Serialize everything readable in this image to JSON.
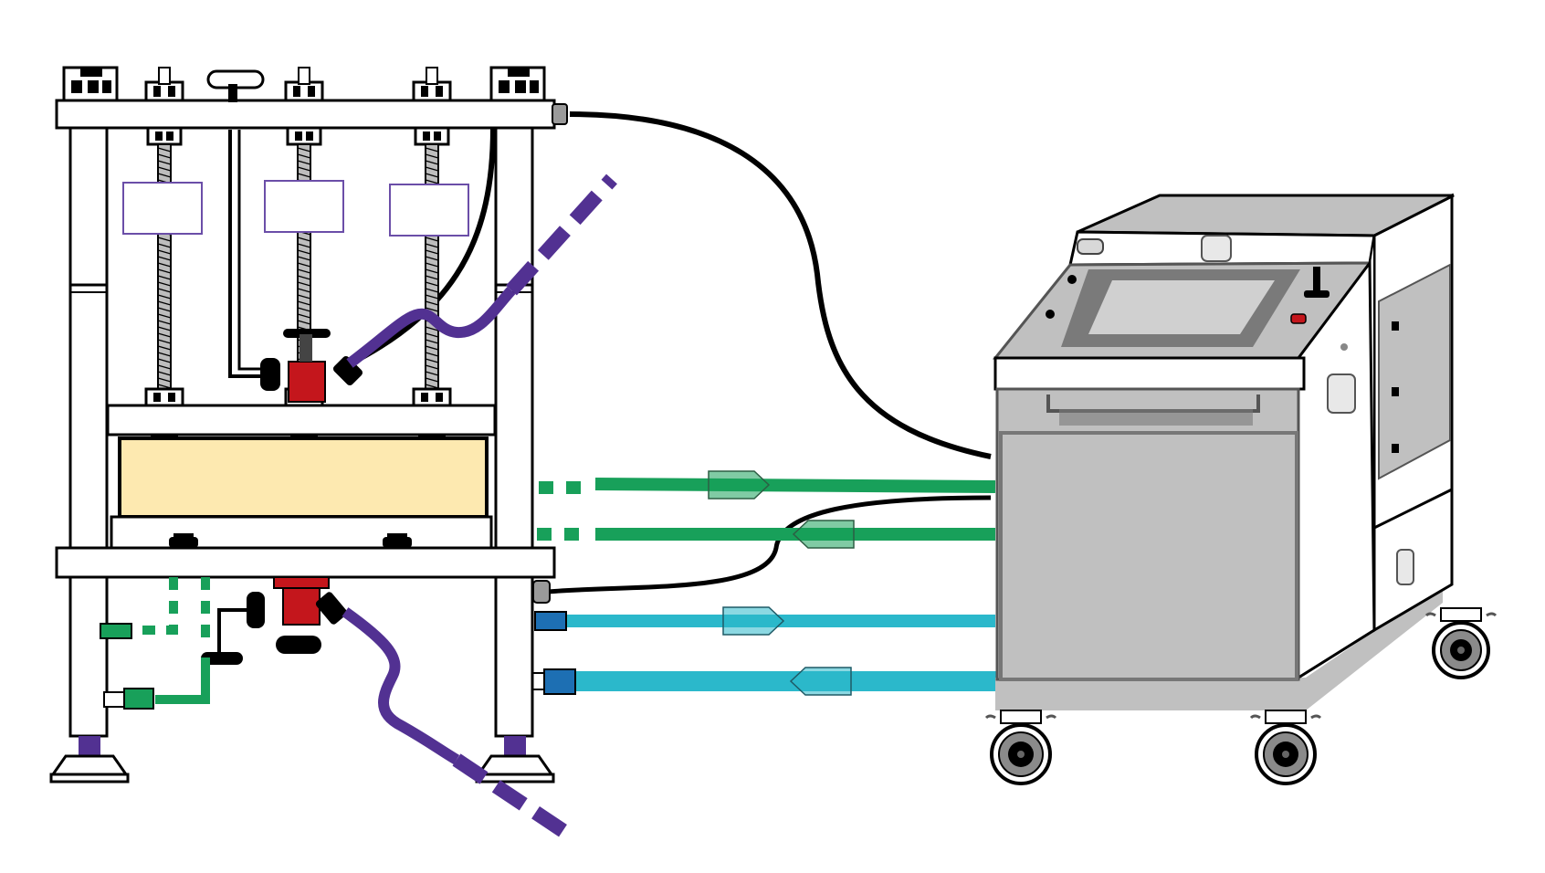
{
  "colors": {
    "background": "#ffffff",
    "outline": "#000000",
    "frame_fill": "#ffffff",
    "sample_fill": "#fde9b0",
    "label_box": "#6b4ea8",
    "purple_pipe": "#523192",
    "green_line": "#18a05a",
    "cyan_line": "#2bb8cb",
    "blue_connector": "#1d6fb3",
    "red_valve": "#c4161c",
    "cabinet_light": "#e8e8e8",
    "cabinet_mid": "#c0c0c0",
    "cabinet_dark": "#7a7a7a",
    "screen": "#d0d0d0",
    "wheel": "#8a8a8a"
  },
  "components": {
    "load_frame": {
      "icon": "load-frame-icon"
    },
    "sample_chamber": {
      "icon": "sample-box-icon"
    },
    "threaded_rods": {
      "count": 3,
      "icon": "threaded-rod-icon"
    },
    "label_boxes": {
      "count": 3
    },
    "top_valve": {
      "icon": "red-valve-icon"
    },
    "bottom_valve": {
      "icon": "red-valve-icon"
    },
    "control_cabinet": {
      "icon": "control-unit-icon"
    },
    "touch_screen": {
      "icon": "display-screen-icon"
    },
    "joystick": {
      "icon": "joystick-icon"
    },
    "stop_button": {
      "icon": "emergency-stop-icon"
    },
    "caster_wheels": {
      "count": 3,
      "icon": "caster-wheel-icon"
    }
  },
  "flows": {
    "green_line_1": {
      "direction": "right",
      "icon": "arrow-right-icon"
    },
    "green_line_2": {
      "direction": "left",
      "icon": "arrow-left-icon"
    },
    "cyan_line_1": {
      "direction": "right",
      "icon": "arrow-right-icon"
    },
    "cyan_line_2": {
      "direction": "left",
      "icon": "arrow-left-icon"
    }
  }
}
